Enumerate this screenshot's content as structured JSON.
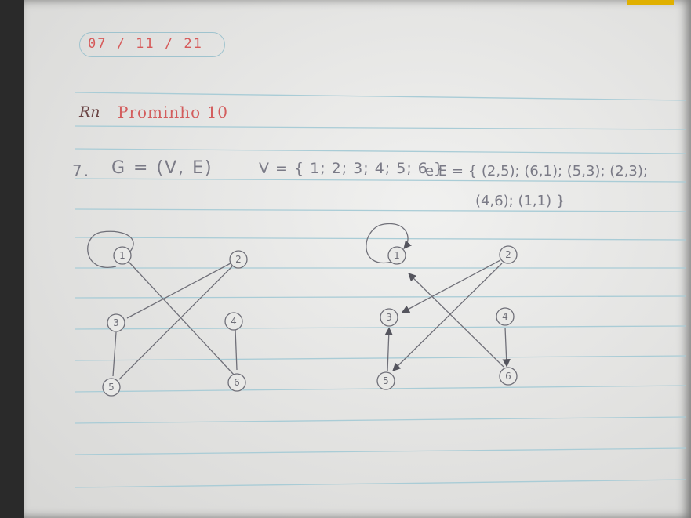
{
  "date": "07 / 11 / 21",
  "heading": {
    "mark": "Rn",
    "title": "Prominho 10"
  },
  "problem": {
    "number": "7.",
    "graph": "G = (V, E)",
    "vertices": "V = { 1; 2; 3; 4; 5; 6 }",
    "edges_line1": "e E = { (2,5); (6,1); (5,3); (2,3);",
    "edges_line2": "(4,6); (1,1) }"
  },
  "graphs": {
    "undirected": {
      "nodes": [
        "1",
        "2",
        "3",
        "4",
        "5",
        "6"
      ],
      "edges": [
        [
          "1",
          "1"
        ],
        [
          "1",
          "6"
        ],
        [
          "2",
          "3"
        ],
        [
          "2",
          "5"
        ],
        [
          "3",
          "5"
        ],
        [
          "4",
          "6"
        ]
      ]
    },
    "directed": {
      "nodes": [
        "1",
        "2",
        "3",
        "4",
        "5",
        "6"
      ],
      "edges": [
        [
          "1",
          "1"
        ],
        [
          "6",
          "1"
        ],
        [
          "2",
          "3"
        ],
        [
          "2",
          "5"
        ],
        [
          "5",
          "3"
        ],
        [
          "4",
          "6"
        ]
      ]
    }
  },
  "colors": {
    "paper": "#e9e9e7",
    "rule_line": "#9fc3ce",
    "margin_red": "#d65a5a",
    "pencil": "#6f6f78"
  }
}
